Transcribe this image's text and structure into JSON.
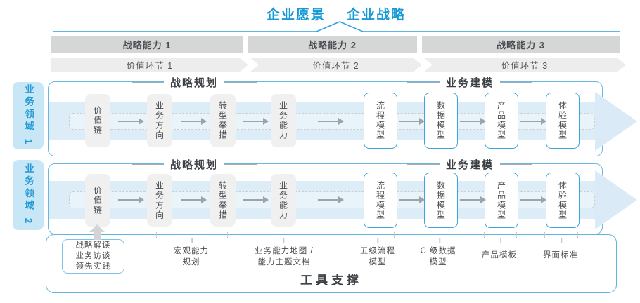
{
  "header": {
    "vision": "企业愿景",
    "strategy": "企业战略"
  },
  "strategy_bars": [
    {
      "label": "战略能力 1"
    },
    {
      "label": "战略能力 2"
    },
    {
      "label": "战略能力 3"
    }
  ],
  "value_links": [
    {
      "label": "价值环节 1"
    },
    {
      "label": "价值环节 2"
    },
    {
      "label": "价值环节 3"
    }
  ],
  "domains": [
    {
      "label": "业务领域 1"
    },
    {
      "label": "业务领域 2"
    }
  ],
  "sections": {
    "planning": "战略规划",
    "modeling": "业务建模"
  },
  "boxes": {
    "gray": [
      "价值链",
      "业务方向",
      "转型举措",
      "业务能力"
    ],
    "white": [
      "流程模型",
      "数据模型",
      "产品模型",
      "体验模型"
    ]
  },
  "annotations": {
    "practice_box": [
      "战略解读",
      "业务访谈",
      "领先实践"
    ],
    "macro": [
      "宏观能力",
      "规划"
    ],
    "capability_map": [
      "业务能力地图 /",
      "能力主题文档"
    ],
    "process": [
      "五级流程",
      "模型"
    ],
    "data": [
      "C 级数据",
      "模型"
    ],
    "product": "产品模板",
    "ui": "界面标准"
  },
  "tool_support": "工具支撑",
  "colors": {
    "accent_blue": "#189ad7",
    "container_border": "#69b8e2",
    "band_blue": "#dcedf8",
    "domain_bg": "#c8e7f6",
    "bar_gray": "#d5d6d6",
    "chevron_gray": "#ededee",
    "box_gray": "#f0f0f1",
    "white_box_border": "#3fa4d9",
    "text_dark": "#4a4d50"
  }
}
